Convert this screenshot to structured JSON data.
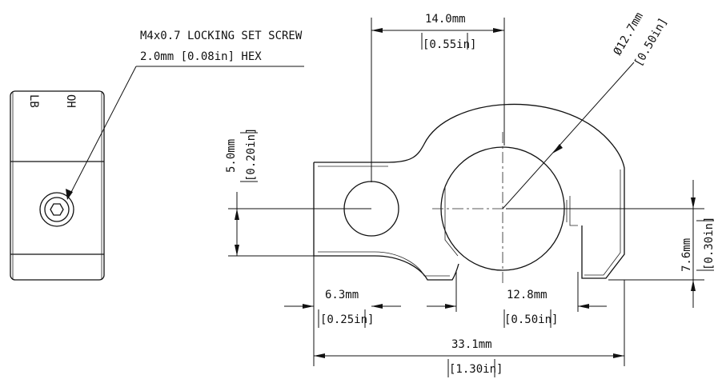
{
  "callout": {
    "line1": "M4x0.7 LOCKING SET SCREW",
    "line2": "2.0mm [0.08in] HEX"
  },
  "side_marks": {
    "left": "LB",
    "right": "OH"
  },
  "dimensions": {
    "top_width": {
      "mm": "14.0mm",
      "in": "[0.55in]"
    },
    "bore_diameter": {
      "mm": "Ø12.7mm",
      "in": "[0.50in]"
    },
    "hole_height": {
      "mm": "5.0mm",
      "in": "[0.20in]"
    },
    "right_height": {
      "mm": "7.6mm",
      "in": "[0.30in]"
    },
    "left_tab": {
      "mm": "6.3mm",
      "in": "[0.25in]"
    },
    "gap": {
      "mm": "12.8mm",
      "in": "[0.50in]"
    },
    "overall_width": {
      "mm": "33.1mm",
      "in": "[1.30in]"
    }
  }
}
